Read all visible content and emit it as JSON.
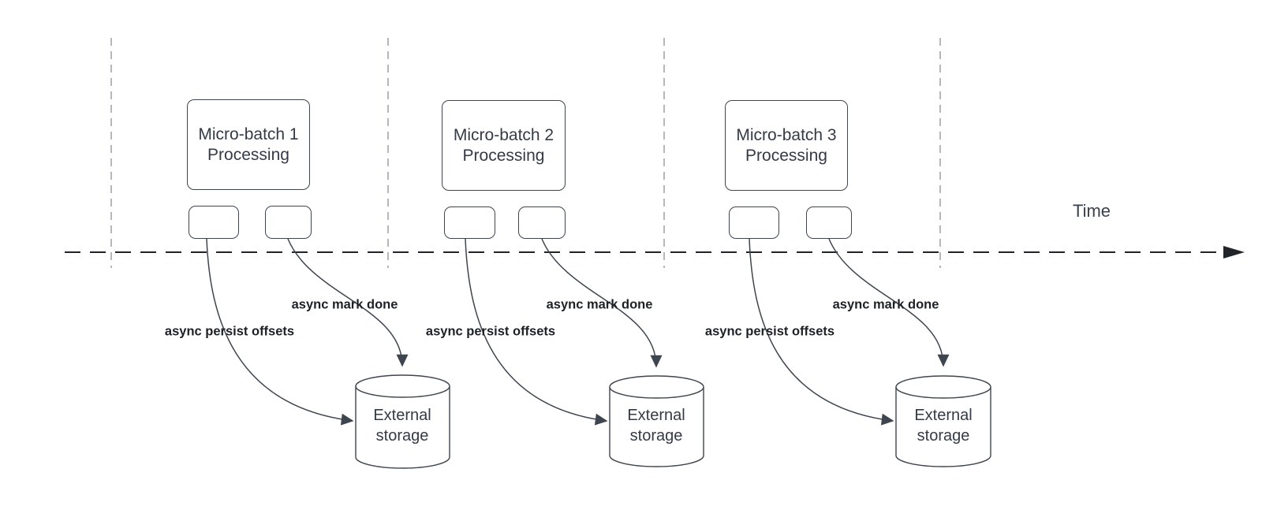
{
  "diagram": {
    "timeline": {
      "label": "Time"
    },
    "groups": [
      {
        "process_line1": "Micro-batch 1",
        "process_line2": "Processing",
        "persist_label": "async persist offsets",
        "mark_done_label": "async mark done",
        "storage_line1": "External",
        "storage_line2": "storage"
      },
      {
        "process_line1": "Micro-batch 2",
        "process_line2": "Processing",
        "persist_label": "async persist offsets",
        "mark_done_label": "async mark done",
        "storage_line1": "External",
        "storage_line2": "storage"
      },
      {
        "process_line1": "Micro-batch 3",
        "process_line2": "Processing",
        "persist_label": "async persist offsets",
        "mark_done_label": "async mark done",
        "storage_line1": "External",
        "storage_line2": "storage"
      }
    ],
    "colors": {
      "shape_stroke": "#3e454e",
      "shape_text": "#343b46",
      "edge_label_text": "#1d2126",
      "timeline_stroke": "#212428",
      "guide_line_stroke": "#a2a6ab",
      "background": "#ffffff"
    }
  }
}
